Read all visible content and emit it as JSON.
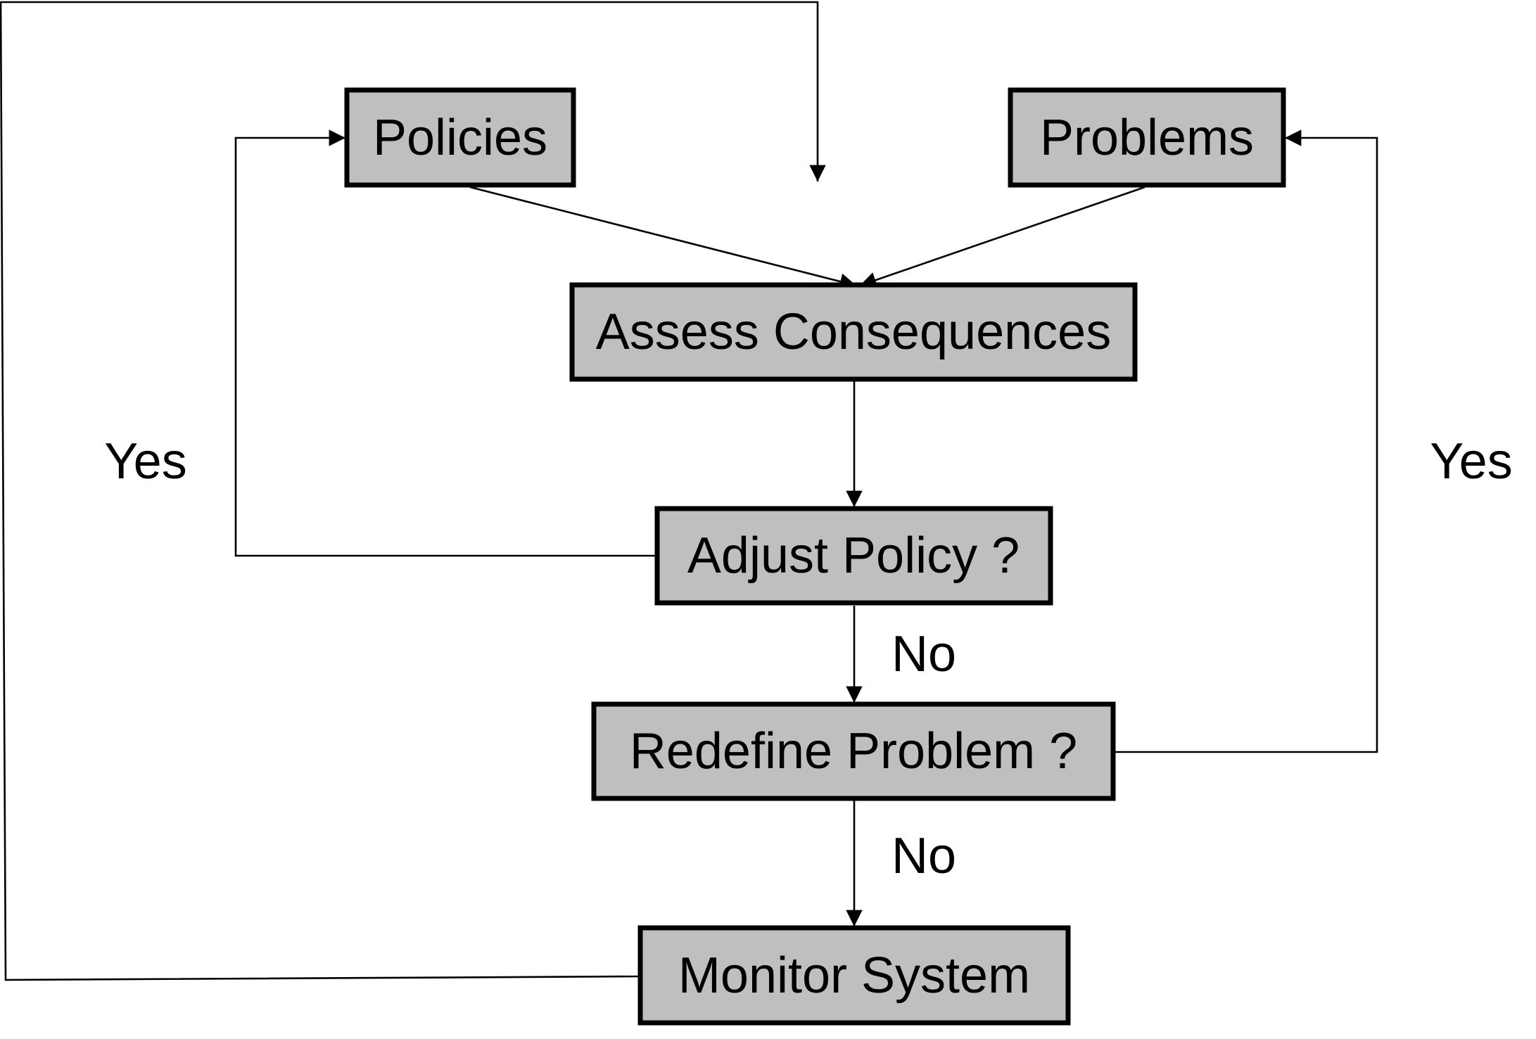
{
  "nodes": {
    "policies": "Policies",
    "problems": "Problems",
    "assess": "Assess Consequences",
    "adjust": "Adjust Policy ?",
    "redefine": "Redefine Problem ?",
    "monitor": "Monitor System"
  },
  "edge_labels": {
    "yes_left": "Yes",
    "yes_right": "Yes",
    "no_adjust": "No",
    "no_redefine": "No"
  },
  "colors": {
    "box_fill": "#bfbfbf",
    "box_border": "#000000",
    "line": "#000000",
    "background": "#ffffff"
  }
}
